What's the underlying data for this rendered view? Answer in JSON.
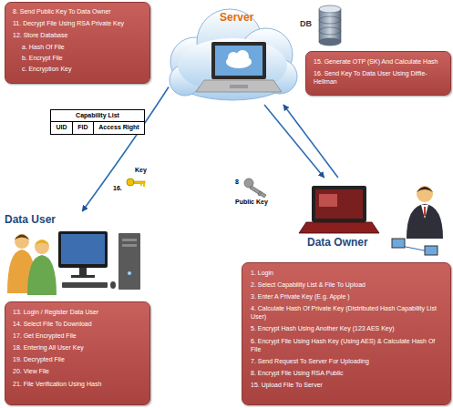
{
  "diagram": {
    "nodes": [
      {
        "text": [
          "8. Send Public Key To Data Owner",
          "11. Decrypt File Using RSA Private Key",
          "12. Store Database",
          "a. Hash Of File",
          "b. Encrypt File",
          "c. Encryption Key"
        ]
      },
      {
        "text": [
          "Server"
        ]
      },
      {
        "text": [
          "15. Generate OTP (SK) And Calculate Hash",
          "16. Send Key To Data User Using Diffie-Hellman"
        ]
      },
      {
        "text": [
          "Capability List"
        ]
      },
      {
        "text": [
          "Data User"
        ]
      },
      {
        "text": [
          "Data Owner"
        ]
      },
      {
        "text": [
          "13. Login / Register Data User",
          "14. Select File To Download",
          "17. Get Encrypted File",
          "18. Entering All User Key",
          "19. Decrypted File",
          "20. View File",
          "21. File Verification Using Hash"
        ]
      },
      {
        "text": [
          "1. Login",
          "2. Select Capability List & File To Upload",
          "3. Enter A Private Key (E.g. Apple )",
          "4. Calculate Hash Of Private Key (Distributed Hash Capability List User)",
          "5. Encrypt Hash Using Another Key (123 AES Key)",
          "6. Encrypt File Using Hash Key (Using AES) & Calculate Hash Of File",
          "7. Send Request To Server For Uploading",
          "8. Encrypt File Using RSA Public",
          "15. Upload File To Server"
        ]
      }
    ],
    "edges": [
      {
        "from": 1,
        "to": 4,
        "arrow": "to"
      },
      {
        "from": 1,
        "to": 5,
        "arrow": "to"
      },
      {
        "from": 5,
        "to": 1,
        "arrow": "to"
      }
    ],
    "labels": [
      "DB",
      "UID",
      "FID",
      "Access Right",
      "Key",
      "16.",
      "8",
      "Public Key"
    ]
  }
}
